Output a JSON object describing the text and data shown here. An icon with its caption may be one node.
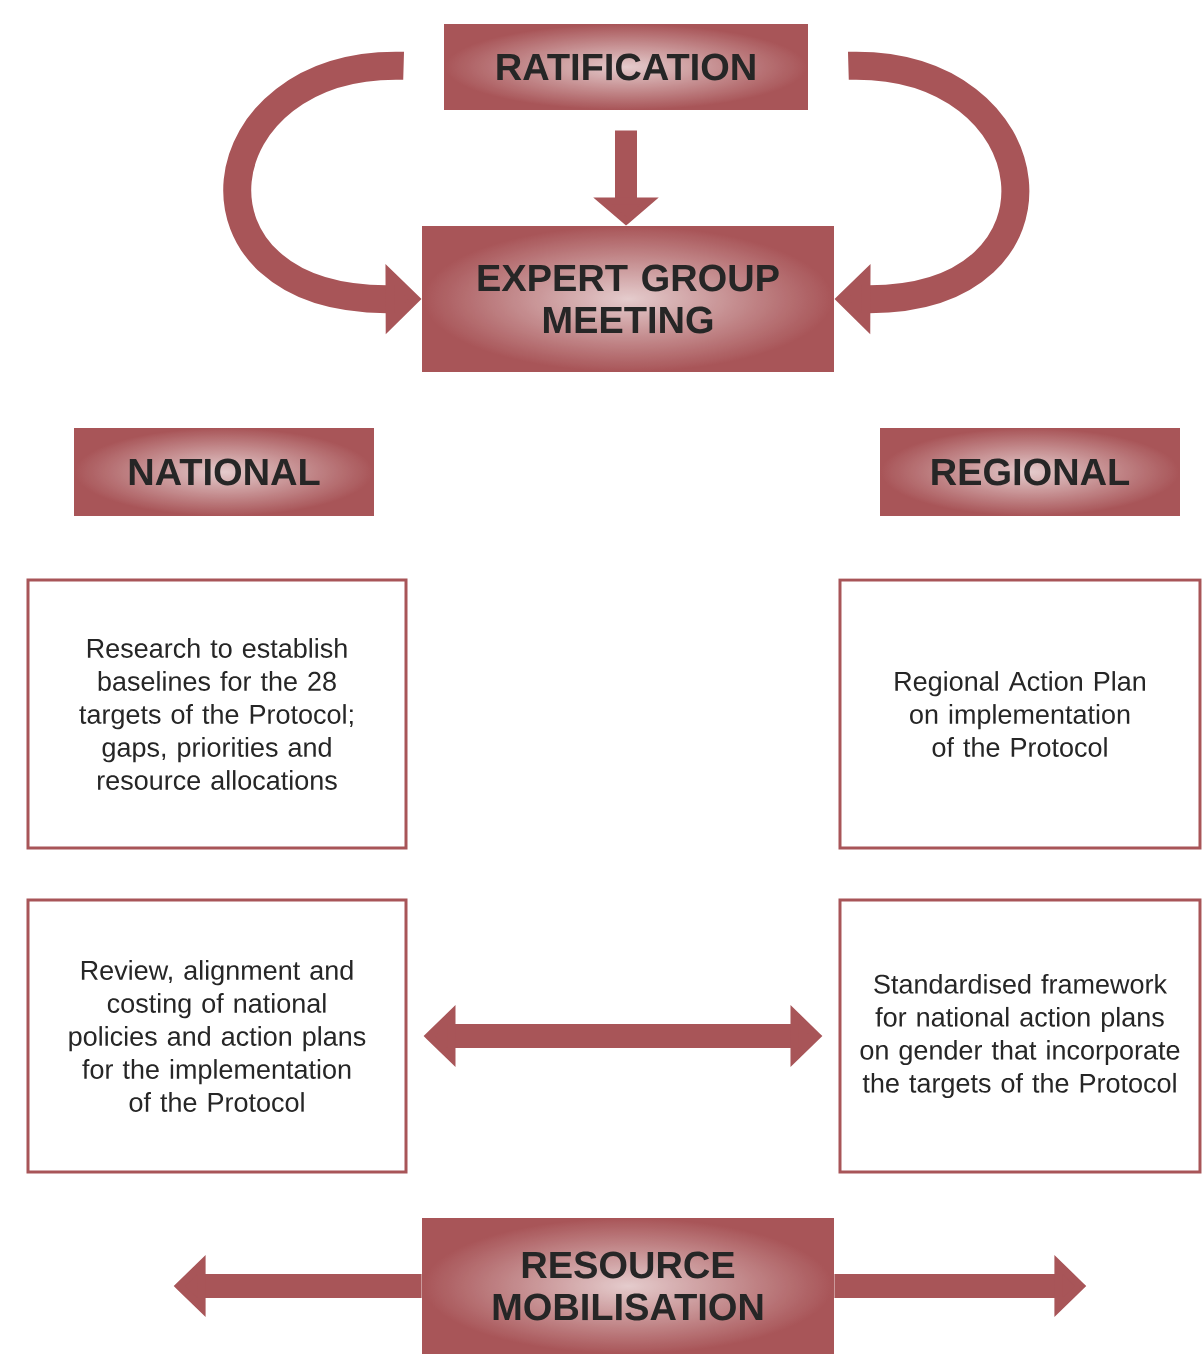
{
  "diagram": {
    "nodes": [
      {
        "text": [
          "RATIFICATION"
        ]
      },
      {
        "text": [
          "EXPERT GROUP MEETING"
        ]
      },
      {
        "text": [
          "NATIONAL"
        ]
      },
      {
        "text": [
          "REGIONAL"
        ]
      },
      {
        "text": [
          "Research to establish baselines for the 28 targets of the Protocol; gaps, priorities and resource allocations"
        ]
      },
      {
        "text": [
          "Regional Action Plan on implementation of the Protocol"
        ]
      },
      {
        "text": [
          "Review, alignment and costing of national policies and action plans for the implementation of the Protocol"
        ]
      },
      {
        "text": [
          "Standardised framework for national action plans on gender that incorporate the targets of the Protocol"
        ]
      },
      {
        "text": [
          "RESOURCE MOBILISATION"
        ]
      }
    ],
    "edges": [
      {
        "from": 0,
        "to": 1,
        "arrow": "to"
      },
      {
        "from": 0,
        "to": 1,
        "arrow": "to"
      },
      {
        "from": 0,
        "to": 1,
        "arrow": "to"
      },
      {
        "from": 6,
        "to": 7,
        "arrow": "both"
      },
      {
        "from": 8,
        "to": null,
        "arrow": "to"
      },
      {
        "from": 8,
        "to": null,
        "arrow": "to"
      }
    ]
  }
}
